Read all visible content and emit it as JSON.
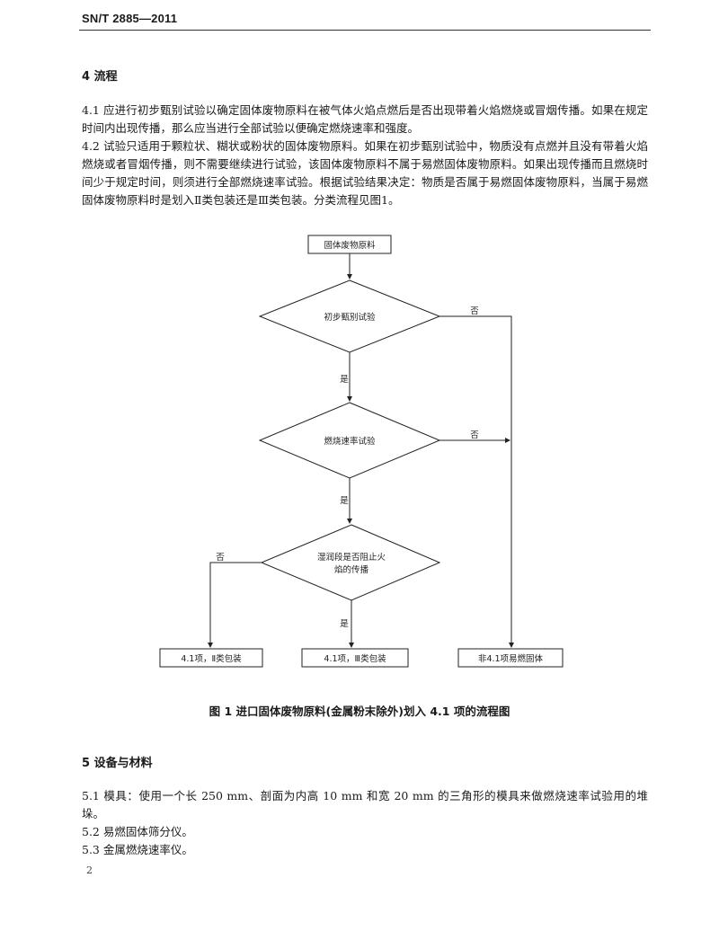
{
  "header": {
    "standard_no": "SN/T 2885—2011"
  },
  "section4": {
    "title": "4  流程",
    "p41": "4.1  应进行初步甄别试验以确定固体废物原料在被气体火焰点燃后是否出现带着火焰燃烧或冒烟传播。如果在规定时间内出现传播，那么应当进行全部试验以便确定燃烧速率和强度。",
    "p42": "4.2  试验只适用于颗粒状、糊状或粉状的固体废物原料。如果在初步甄别试验中，物质没有点燃并且没有带着火焰燃烧或者冒烟传播，则不需要继续进行试验，该固体废物原料不属于易燃固体废物原料。如果出现传播而且燃烧时间少于规定时间，则须进行全部燃烧速率试验。根据试验结果决定：物质是否属于易燃固体废物原料，当属于易燃固体废物原料时是划入Ⅱ类包装还是Ⅲ类包装。分类流程见图1。"
  },
  "flowchart": {
    "start": "固体废物原料",
    "d1": "初步甄别试验",
    "d2": "燃烧速率试验",
    "d3_line1": "湿润段是否阻止火",
    "d3_line2": "焰的传播",
    "yes": "是",
    "no": "否",
    "out_left": "4.1项，Ⅱ类包装",
    "out_mid": "4.1项，Ⅲ类包装",
    "out_right": "非4.1项易燃固体"
  },
  "figure_caption": "图 1  进口固体废物原料(金属粉末除外)划入 4.1 项的流程图",
  "section5": {
    "title": "5  设备与材料",
    "p51": "5.1  模具：使用一个长 250 mm、剖面为内高 10 mm 和宽 20 mm 的三角形的模具来做燃烧速率试验用的堆垛。",
    "p52": "5.2  易燃固体筛分仪。",
    "p53": "5.3  金属燃烧速率仪。"
  },
  "page_number": "2"
}
